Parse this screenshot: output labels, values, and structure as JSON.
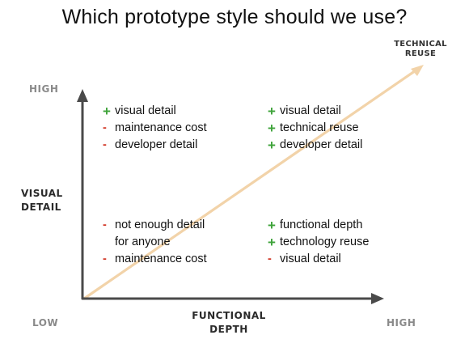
{
  "title": "Which prototype style should we use?",
  "colors": {
    "plus": "#3ea33a",
    "minus": "#d23a2a",
    "diagonal": "#f2d3a9",
    "axis": "#4a4a4a"
  },
  "diagonal_label": [
    "TECHNICAL",
    "REUSE"
  ],
  "y_axis": {
    "high": "HIGH",
    "label": [
      "VISUAL",
      "DETAIL"
    ]
  },
  "x_axis": {
    "low": "LOW",
    "label": [
      "FUNCTIONAL",
      "DEPTH"
    ],
    "high": "HIGH"
  },
  "quadrants": {
    "top_left": [
      {
        "sign": "+",
        "type": "plus",
        "text": "visual detail"
      },
      {
        "sign": "-",
        "type": "minus",
        "text": "maintenance cost"
      },
      {
        "sign": "-",
        "type": "minus",
        "text": "developer detail"
      }
    ],
    "top_right": [
      {
        "sign": "+",
        "type": "plus",
        "text": "visual detail"
      },
      {
        "sign": "+",
        "type": "plus",
        "text": "technical reuse"
      },
      {
        "sign": "+",
        "type": "plus",
        "text": "developer detail"
      }
    ],
    "bottom_left": [
      {
        "sign": "-",
        "type": "minus",
        "text": "not enough detail"
      },
      {
        "sign": "",
        "type": "none",
        "text": "for anyone"
      },
      {
        "sign": "-",
        "type": "minus",
        "text": "maintenance cost"
      }
    ],
    "bottom_right": [
      {
        "sign": "+",
        "type": "plus",
        "text": "functional depth"
      },
      {
        "sign": "+",
        "type": "plus",
        "text": "technology reuse"
      },
      {
        "sign": "-",
        "type": "minus",
        "text": "visual detail"
      }
    ]
  }
}
